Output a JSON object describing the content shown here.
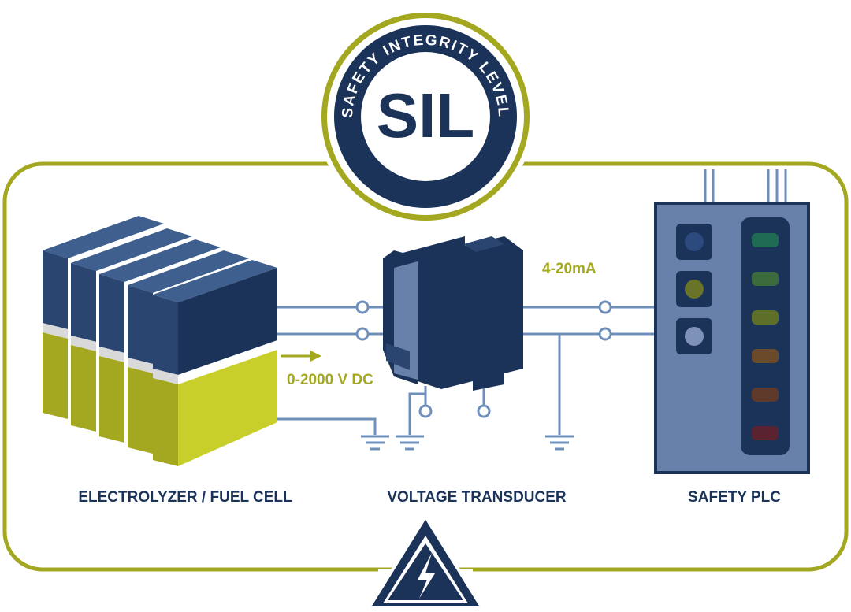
{
  "badge": {
    "ring_text": "SAFETY INTEGRITY LEVEL",
    "center_text": "SIL"
  },
  "components": {
    "electrolyzer_label": "ELECTROLYZER / FUEL CELL",
    "transducer_label": "VOLTAGE TRANSDUCER",
    "plc_label": "SAFETY PLC"
  },
  "signals": {
    "input_voltage": "0-2000 V DC",
    "output_current": "4-20mA"
  },
  "icons": {
    "badge": "sil-badge-icon",
    "warning": "high-voltage-warning-icon",
    "ground": "ground-symbol-icon"
  },
  "colors": {
    "navy": "#1b3359",
    "olive": "#a3a820",
    "lime": "#c9cf2a",
    "steel_blue": "#6f8fbb",
    "plc_body": "#6781ab"
  },
  "plc_leds": [
    {
      "color": "#1f6b54"
    },
    {
      "color": "#3c6b3d"
    },
    {
      "color": "#5d6f28"
    },
    {
      "color": "#6b4a2b"
    },
    {
      "color": "#5f3a2b"
    },
    {
      "color": "#5a2330"
    }
  ],
  "plc_buttons": [
    {
      "color": "#2c4a7d"
    },
    {
      "color": "#6a7428"
    },
    {
      "color": "#7d92b6"
    }
  ]
}
